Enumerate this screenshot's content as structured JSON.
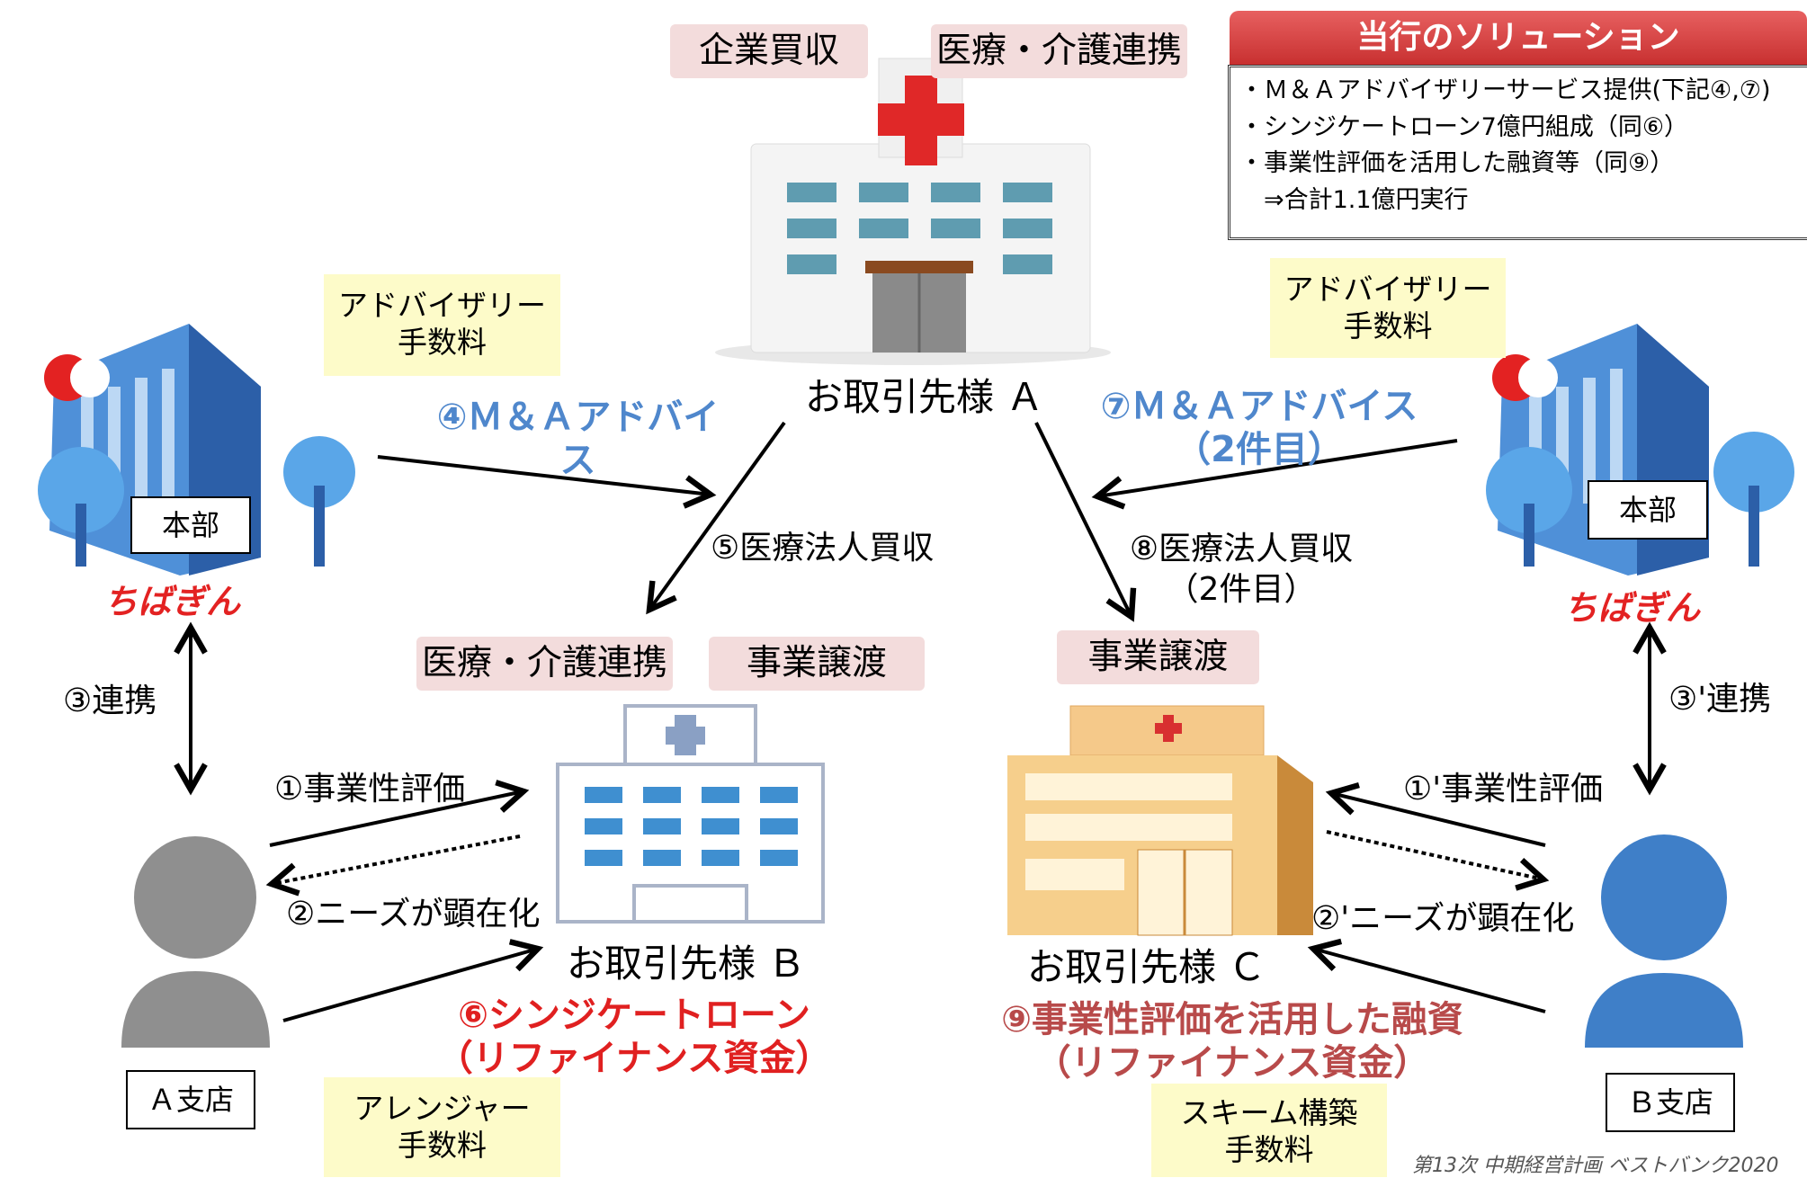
{
  "tags": {
    "hospital_a_1": "企業買収",
    "hospital_a_2": "医療・介護連携",
    "b_1": "医療・介護連携",
    "b_2": "事業譲渡",
    "c_1": "事業譲渡"
  },
  "solution": {
    "title": "当行のソリューション",
    "lines": [
      "・Ｍ＆Ａアドバイザリーサービス提供(下記④,⑦)",
      "・シンジケートローン7億円組成（同⑥）",
      "・事業性評価を活用した融資等（同⑨）",
      "　⇒合計1.1億円実行"
    ]
  },
  "fees": {
    "advisory_left": [
      "アドバイザリー",
      "手数料"
    ],
    "advisory_right": [
      "アドバイザリー",
      "手数料"
    ],
    "arranger": [
      "アレンジャー",
      "手数料"
    ],
    "scheme": [
      "スキーム構築",
      "手数料"
    ]
  },
  "clients": {
    "a": "お取引先様 Ａ",
    "b": "お取引先様 Ｂ",
    "c": "お取引先様 Ｃ"
  },
  "hq": {
    "left_label": "本部",
    "right_label": "本部",
    "logo_text": "ちばぎん"
  },
  "branches": {
    "a": "Ａ支店",
    "b": "Ｂ支店"
  },
  "steps": {
    "s4": "④Ｍ＆Ａアドバイス",
    "s5": "⑤医療法人買収",
    "s7_1": "⑦Ｍ＆Ａアドバイス",
    "s7_2": "（2件目）",
    "s8_1": "⑧医療法人買収",
    "s8_2": "（2件目）",
    "s3": "③連携",
    "s3p": "③'連携",
    "s1": "①事業性評価",
    "s1p": "①'事業性評価",
    "s2": "②ニーズが顕在化",
    "s2p": "②'ニーズが顕在化",
    "s6_1": "⑥シンジケートローン",
    "s6_2": "（リファイナンス資金）",
    "s9_1": "⑨事業性評価を活用した融資",
    "s9_2": "（リファイナンス資金）"
  },
  "footer": "第13次 中期経営計画 ベストバンク2020",
  "colors": {
    "blue_text": "#4f87cc",
    "red_text": "#e02020",
    "brown_red_text": "#b84a4a",
    "pink_tag": "#f3dcdc",
    "yellow_fee": "#fdfbc9",
    "solution_header": "#d94545"
  }
}
